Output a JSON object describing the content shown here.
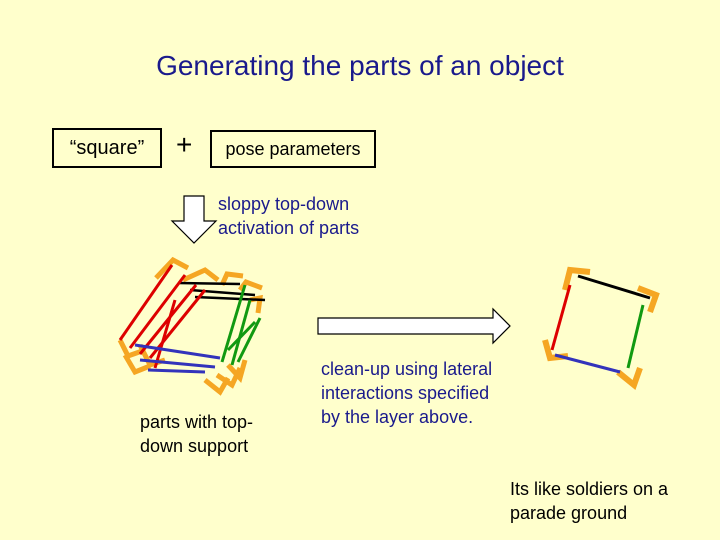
{
  "title": "Generating the parts of an object",
  "concept_label": "“square”",
  "plus_sign": "+",
  "pose_label": "pose parameters",
  "topdown_label": "sloppy  top-down\nactivation of parts",
  "support_label": "parts with top-\ndown support",
  "cleanup_label": "clean-up using lateral\ninteractions specified\nby the layer above.",
  "soldiers_label": "Its like soldiers on a\nparade ground",
  "colors": {
    "corner": "#f5a623",
    "top_edge": "#000000",
    "left_edge": "#dd0000",
    "right_edge": "#119911",
    "bottom_edge": "#3333bb",
    "title": "#1a1a8c"
  }
}
